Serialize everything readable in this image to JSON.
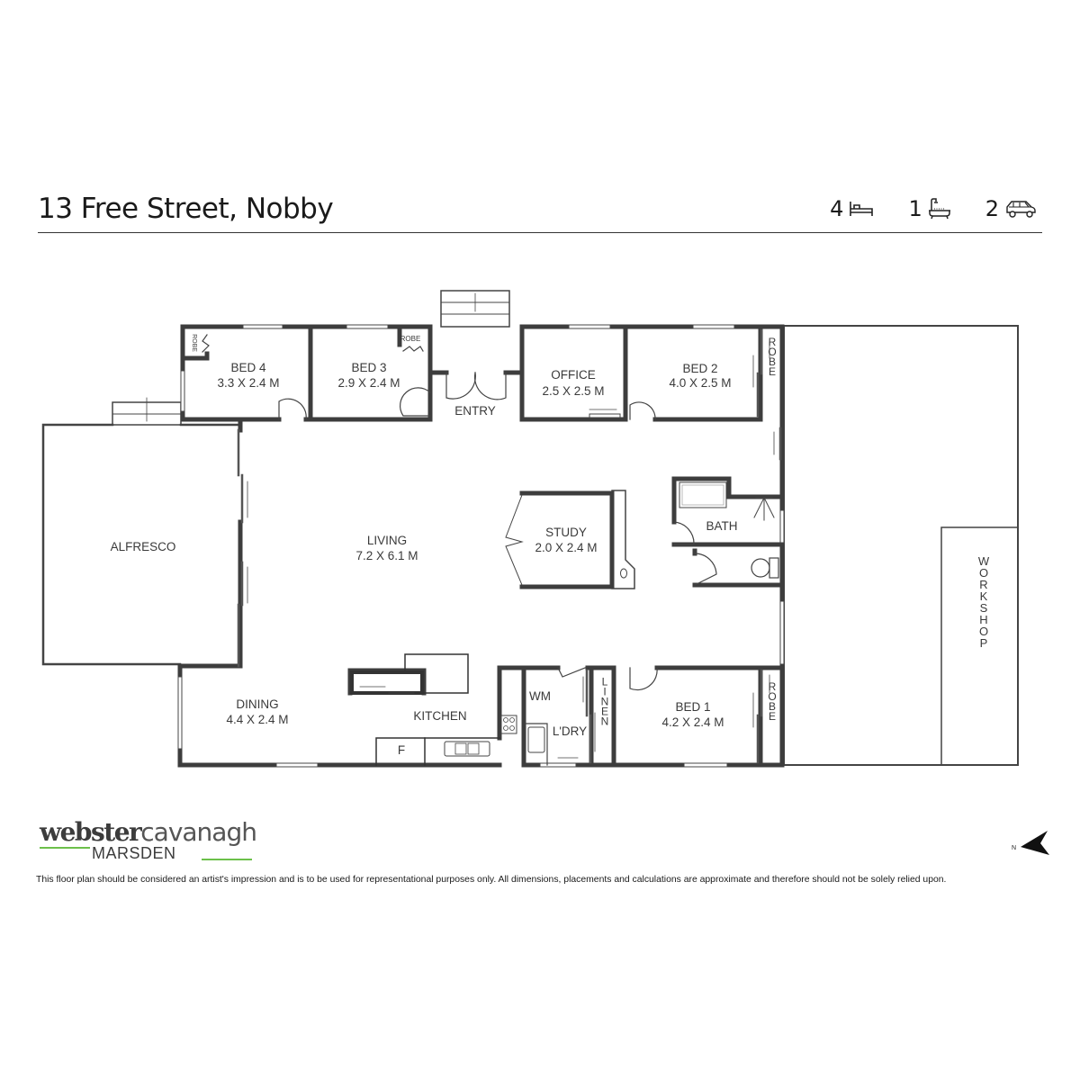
{
  "header": {
    "title": "13 Free Street, Nobby",
    "stats": [
      {
        "value": "4",
        "icon": "bed-icon",
        "label": "Bedrooms"
      },
      {
        "value": "1",
        "icon": "bath-icon",
        "label": "Bathrooms"
      },
      {
        "value": "2",
        "icon": "car-icon",
        "label": "Car spaces"
      }
    ]
  },
  "floorplan": {
    "rooms": {
      "bed4": {
        "name": "BED 4",
        "size": "3.3 X 2.4 M"
      },
      "bed3": {
        "name": "BED 3",
        "size": "2.9 X 2.4 M"
      },
      "entry": {
        "name": "ENTRY"
      },
      "office": {
        "name": "OFFICE",
        "size": "2.5 X 2.5 M"
      },
      "bed2": {
        "name": "BED 2",
        "size": "4.0 X 2.5 M"
      },
      "alfresco": {
        "name": "ALFRESCO"
      },
      "living": {
        "name": "LIVING",
        "size": "7.2 X 6.1 M"
      },
      "study": {
        "name": "STUDY",
        "size": "2.0 X 2.4 M"
      },
      "bath": {
        "name": "BATH"
      },
      "dining": {
        "name": "DINING",
        "size": "4.4 X 2.4 M"
      },
      "kitchen": {
        "name": "KITCHEN"
      },
      "wm": {
        "name": "WM"
      },
      "laundry": {
        "name": "L'DRY"
      },
      "linen": {
        "name": "LINEN"
      },
      "bed1": {
        "name": "BED 1",
        "size": "4.2 X 2.4 M"
      },
      "workshop": {
        "name": "WORKSHOP"
      },
      "robe_bed4": {
        "name": "ROBE"
      },
      "robe_bed3": {
        "name": "ROBE"
      },
      "robe_bed2": {
        "name": "ROBE"
      },
      "robe_bed1": {
        "name": "ROBE"
      },
      "fridge": {
        "name": "F"
      }
    }
  },
  "branding": {
    "logo_part1": "webster",
    "logo_part2": "cavanagh",
    "logo_sub": "MARSDEN",
    "accent_color": "#6cc04a"
  },
  "compass": {
    "label": "N"
  },
  "disclaimer": "This floor plan should be considered an artist's impression and is to be used for representational purposes only. All dimensions, placements and calculations are approximate and therefore should not be solely relied upon."
}
